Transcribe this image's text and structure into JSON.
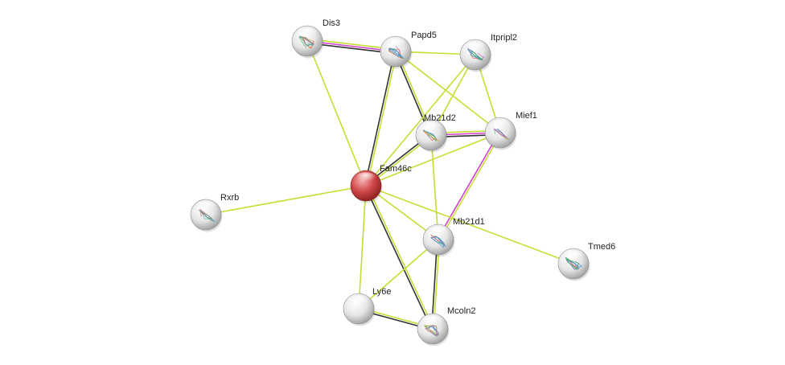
{
  "network": {
    "nodes": [
      {
        "id": "Dis3",
        "label": "Dis3",
        "query": false,
        "structure": true
      },
      {
        "id": "Papd5",
        "label": "Papd5",
        "query": false,
        "structure": true
      },
      {
        "id": "Itpripl2",
        "label": "Itpripl2",
        "query": false,
        "structure": true
      },
      {
        "id": "Mb21d2",
        "label": "Mb21d2",
        "query": false,
        "structure": true
      },
      {
        "id": "Mief1",
        "label": "Mief1",
        "query": false,
        "structure": true
      },
      {
        "id": "Fam46c",
        "label": "Fam46c",
        "query": true,
        "structure": false
      },
      {
        "id": "Rxrb",
        "label": "Rxrb",
        "query": false,
        "structure": true
      },
      {
        "id": "Mb21d1",
        "label": "Mb21d1",
        "query": false,
        "structure": true
      },
      {
        "id": "Tmed6",
        "label": "Tmed6",
        "query": false,
        "structure": true
      },
      {
        "id": "Ly6e",
        "label": "Ly6e",
        "query": false,
        "structure": false
      },
      {
        "id": "Mcoln2",
        "label": "Mcoln2",
        "query": false,
        "structure": true
      }
    ],
    "edges": [
      {
        "a": "Dis3",
        "b": "Papd5",
        "evidence": [
          "textmining",
          "experiments",
          "coexpression"
        ]
      },
      {
        "a": "Dis3",
        "b": "Fam46c",
        "evidence": [
          "textmining"
        ]
      },
      {
        "a": "Papd5",
        "b": "Itpripl2",
        "evidence": [
          "textmining"
        ]
      },
      {
        "a": "Papd5",
        "b": "Mb21d2",
        "evidence": [
          "textmining",
          "coexpression"
        ]
      },
      {
        "a": "Papd5",
        "b": "Mief1",
        "evidence": [
          "textmining"
        ]
      },
      {
        "a": "Papd5",
        "b": "Fam46c",
        "evidence": [
          "textmining",
          "coexpression"
        ]
      },
      {
        "a": "Itpripl2",
        "b": "Mief1",
        "evidence": [
          "textmining"
        ]
      },
      {
        "a": "Itpripl2",
        "b": "Mb21d2",
        "evidence": [
          "textmining"
        ]
      },
      {
        "a": "Itpripl2",
        "b": "Fam46c",
        "evidence": [
          "textmining"
        ]
      },
      {
        "a": "Mb21d2",
        "b": "Mief1",
        "evidence": [
          "textmining",
          "experiments",
          "coexpression"
        ]
      },
      {
        "a": "Mb21d2",
        "b": "Fam46c",
        "evidence": [
          "textmining",
          "coexpression"
        ]
      },
      {
        "a": "Mb21d2",
        "b": "Mb21d1",
        "evidence": [
          "textmining"
        ]
      },
      {
        "a": "Mief1",
        "b": "Fam46c",
        "evidence": [
          "textmining"
        ]
      },
      {
        "a": "Mief1",
        "b": "Mb21d1",
        "evidence": [
          "textmining",
          "experiments"
        ]
      },
      {
        "a": "Fam46c",
        "b": "Rxrb",
        "evidence": [
          "textmining"
        ]
      },
      {
        "a": "Fam46c",
        "b": "Mb21d1",
        "evidence": [
          "textmining"
        ]
      },
      {
        "a": "Fam46c",
        "b": "Tmed6",
        "evidence": [
          "textmining"
        ]
      },
      {
        "a": "Fam46c",
        "b": "Ly6e",
        "evidence": [
          "textmining"
        ]
      },
      {
        "a": "Fam46c",
        "b": "Mcoln2",
        "evidence": [
          "textmining",
          "coexpression"
        ]
      },
      {
        "a": "Mb21d1",
        "b": "Mcoln2",
        "evidence": [
          "textmining",
          "coexpression"
        ]
      },
      {
        "a": "Mb21d1",
        "b": "Ly6e",
        "evidence": [
          "textmining"
        ]
      },
      {
        "a": "Ly6e",
        "b": "Mcoln2",
        "evidence": [
          "textmining",
          "coexpression"
        ]
      }
    ],
    "colors": {
      "textmining": "#c7dd33",
      "experiments": "#d23fd0",
      "coexpression": "#333333",
      "query_node": "#c83c3c",
      "node": "#e4e4e4"
    }
  }
}
